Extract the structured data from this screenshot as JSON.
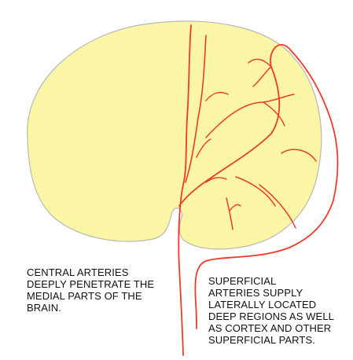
{
  "colors": {
    "brain_fill": "#fbf6a6",
    "brain_outline": "#b8b8b8",
    "artery": "#ef3a2a",
    "text": "#111111",
    "background": "#ffffff"
  },
  "labels": {
    "central": {
      "lines": [
        "CENTRAL ARTERIES",
        "DEEPLY PENETRATE THE",
        "MEDIAL PARTS OF THE",
        "BRAIN."
      ]
    },
    "superficial": {
      "lines": [
        "SUPERFICIAL",
        "ARTERIES SUPPLY",
        "LATERALLY LOCATED",
        "DEEP REGIONS AS WELL",
        "AS CORTEX AND OTHER",
        "SUPERFICIAL PARTS."
      ]
    }
  }
}
